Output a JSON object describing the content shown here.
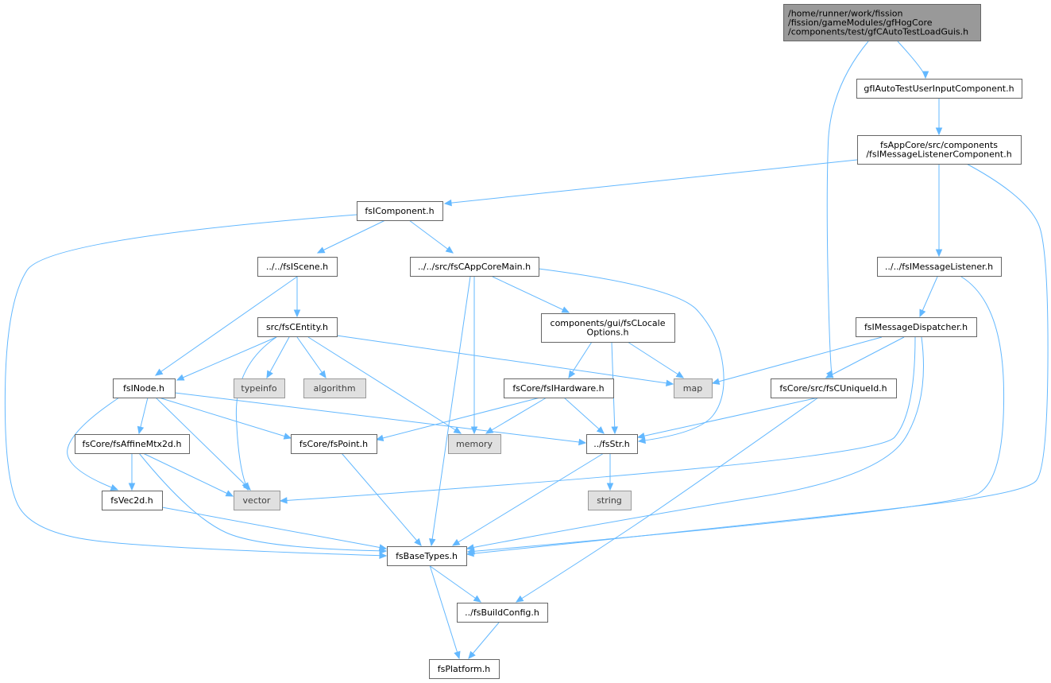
{
  "graph": {
    "type": "include-dependency-graph",
    "colors": {
      "edge": "#63b8ff",
      "root_fill": "#999999",
      "node_fill": "#ffffff",
      "node_border": "#666666",
      "external_fill": "#e0e0e0",
      "external_border": "#999999"
    },
    "nodes": [
      {
        "id": "root",
        "lines": [
          "/home/runner/work/fission",
          "/fission/gameModules/gfHogCore",
          "/components/test/gfCAutoTestLoadGuis.h"
        ],
        "kind": "root"
      },
      {
        "id": "autotest",
        "lines": [
          "gfIAutoTestUserInputComponent.h"
        ],
        "kind": "file"
      },
      {
        "id": "msglistcomp",
        "lines": [
          "fsAppCore/src/components",
          "/fsIMessageListenerComponent.h"
        ],
        "kind": "file"
      },
      {
        "id": "icomponent",
        "lines": [
          "fsIComponent.h"
        ],
        "kind": "file"
      },
      {
        "id": "iscene",
        "lines": [
          "../../fsIScene.h"
        ],
        "kind": "file"
      },
      {
        "id": "appcoremain",
        "lines": [
          "../../src/fsCAppCoreMain.h"
        ],
        "kind": "file"
      },
      {
        "id": "msglistener",
        "lines": [
          "../../fsIMessageListener.h"
        ],
        "kind": "file"
      },
      {
        "id": "centity",
        "lines": [
          "src/fsCEntity.h"
        ],
        "kind": "file"
      },
      {
        "id": "locale",
        "lines": [
          "components/gui/fsCLocale",
          "Options.h"
        ],
        "kind": "file"
      },
      {
        "id": "dispatcher",
        "lines": [
          "fsIMessageDispatcher.h"
        ],
        "kind": "file"
      },
      {
        "id": "inode",
        "lines": [
          "fsINode.h"
        ],
        "kind": "file"
      },
      {
        "id": "typeinfo",
        "lines": [
          "typeinfo"
        ],
        "kind": "external"
      },
      {
        "id": "algorithm",
        "lines": [
          "algorithm"
        ],
        "kind": "external"
      },
      {
        "id": "hardware",
        "lines": [
          "fsCore/fsIHardware.h"
        ],
        "kind": "file"
      },
      {
        "id": "map",
        "lines": [
          "map"
        ],
        "kind": "external"
      },
      {
        "id": "uniqueid",
        "lines": [
          "fsCore/src/fsCUniqueId.h"
        ],
        "kind": "file"
      },
      {
        "id": "affine",
        "lines": [
          "fsCore/fsAffineMtx2d.h"
        ],
        "kind": "file"
      },
      {
        "id": "point",
        "lines": [
          "fsCore/fsPoint.h"
        ],
        "kind": "file"
      },
      {
        "id": "memory",
        "lines": [
          "memory"
        ],
        "kind": "external"
      },
      {
        "id": "str",
        "lines": [
          "../fsStr.h"
        ],
        "kind": "file"
      },
      {
        "id": "vec2d",
        "lines": [
          "fsVec2d.h"
        ],
        "kind": "file"
      },
      {
        "id": "vector",
        "lines": [
          "vector"
        ],
        "kind": "external"
      },
      {
        "id": "string",
        "lines": [
          "string"
        ],
        "kind": "external"
      },
      {
        "id": "basetypes",
        "lines": [
          "fsBaseTypes.h"
        ],
        "kind": "file"
      },
      {
        "id": "buildconfig",
        "lines": [
          "../fsBuildConfig.h"
        ],
        "kind": "file"
      },
      {
        "id": "platform",
        "lines": [
          "fsPlatform.h"
        ],
        "kind": "file"
      }
    ],
    "edges": [
      {
        "from": "root",
        "to": "autotest"
      },
      {
        "from": "root",
        "to": "uniqueid"
      },
      {
        "from": "autotest",
        "to": "msglistcomp"
      },
      {
        "from": "msglistcomp",
        "to": "icomponent"
      },
      {
        "from": "msglistcomp",
        "to": "msglistener"
      },
      {
        "from": "msglistcomp",
        "to": "basetypes"
      },
      {
        "from": "icomponent",
        "to": "iscene"
      },
      {
        "from": "icomponent",
        "to": "appcoremain"
      },
      {
        "from": "icomponent",
        "to": "basetypes"
      },
      {
        "from": "iscene",
        "to": "centity"
      },
      {
        "from": "iscene",
        "to": "inode"
      },
      {
        "from": "appcoremain",
        "to": "locale"
      },
      {
        "from": "appcoremain",
        "to": "memory"
      },
      {
        "from": "appcoremain",
        "to": "str"
      },
      {
        "from": "appcoremain",
        "to": "basetypes"
      },
      {
        "from": "msglistener",
        "to": "dispatcher"
      },
      {
        "from": "msglistener",
        "to": "basetypes"
      },
      {
        "from": "centity",
        "to": "inode"
      },
      {
        "from": "centity",
        "to": "typeinfo"
      },
      {
        "from": "centity",
        "to": "algorithm"
      },
      {
        "from": "centity",
        "to": "map"
      },
      {
        "from": "centity",
        "to": "memory"
      },
      {
        "from": "centity",
        "to": "vector"
      },
      {
        "from": "locale",
        "to": "hardware"
      },
      {
        "from": "locale",
        "to": "map"
      },
      {
        "from": "locale",
        "to": "str"
      },
      {
        "from": "dispatcher",
        "to": "map"
      },
      {
        "from": "dispatcher",
        "to": "uniqueid"
      },
      {
        "from": "dispatcher",
        "to": "vector"
      },
      {
        "from": "dispatcher",
        "to": "basetypes"
      },
      {
        "from": "inode",
        "to": "affine"
      },
      {
        "from": "inode",
        "to": "point"
      },
      {
        "from": "inode",
        "to": "str"
      },
      {
        "from": "inode",
        "to": "vec2d"
      },
      {
        "from": "inode",
        "to": "vector"
      },
      {
        "from": "hardware",
        "to": "point"
      },
      {
        "from": "hardware",
        "to": "memory"
      },
      {
        "from": "hardware",
        "to": "str"
      },
      {
        "from": "uniqueid",
        "to": "str"
      },
      {
        "from": "uniqueid",
        "to": "buildconfig"
      },
      {
        "from": "affine",
        "to": "vec2d"
      },
      {
        "from": "affine",
        "to": "vector"
      },
      {
        "from": "affine",
        "to": "basetypes"
      },
      {
        "from": "point",
        "to": "basetypes"
      },
      {
        "from": "str",
        "to": "string"
      },
      {
        "from": "str",
        "to": "basetypes"
      },
      {
        "from": "vec2d",
        "to": "basetypes"
      },
      {
        "from": "basetypes",
        "to": "buildconfig"
      },
      {
        "from": "basetypes",
        "to": "platform"
      },
      {
        "from": "buildconfig",
        "to": "platform"
      }
    ]
  }
}
